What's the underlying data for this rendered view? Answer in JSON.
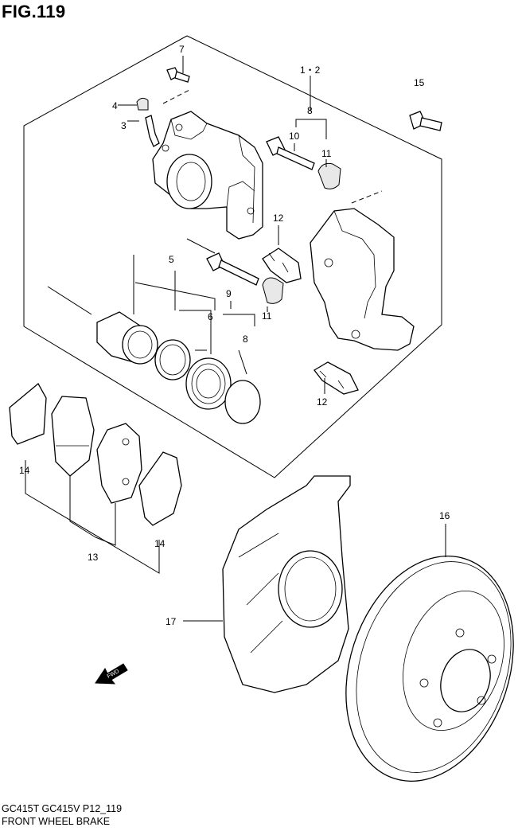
{
  "figure": {
    "title": "FIG.119",
    "model_line": "GC415T GC415V P12_119",
    "caption": "FRONT WHEEL BRAKE",
    "fwd_label": "FWD"
  },
  "callouts": [
    "1・2",
    "3",
    "4",
    "5",
    "6",
    "7",
    "8",
    "8",
    "9",
    "10",
    "11",
    "11",
    "12",
    "12",
    "13",
    "14",
    "14",
    "15",
    "16",
    "17"
  ]
}
